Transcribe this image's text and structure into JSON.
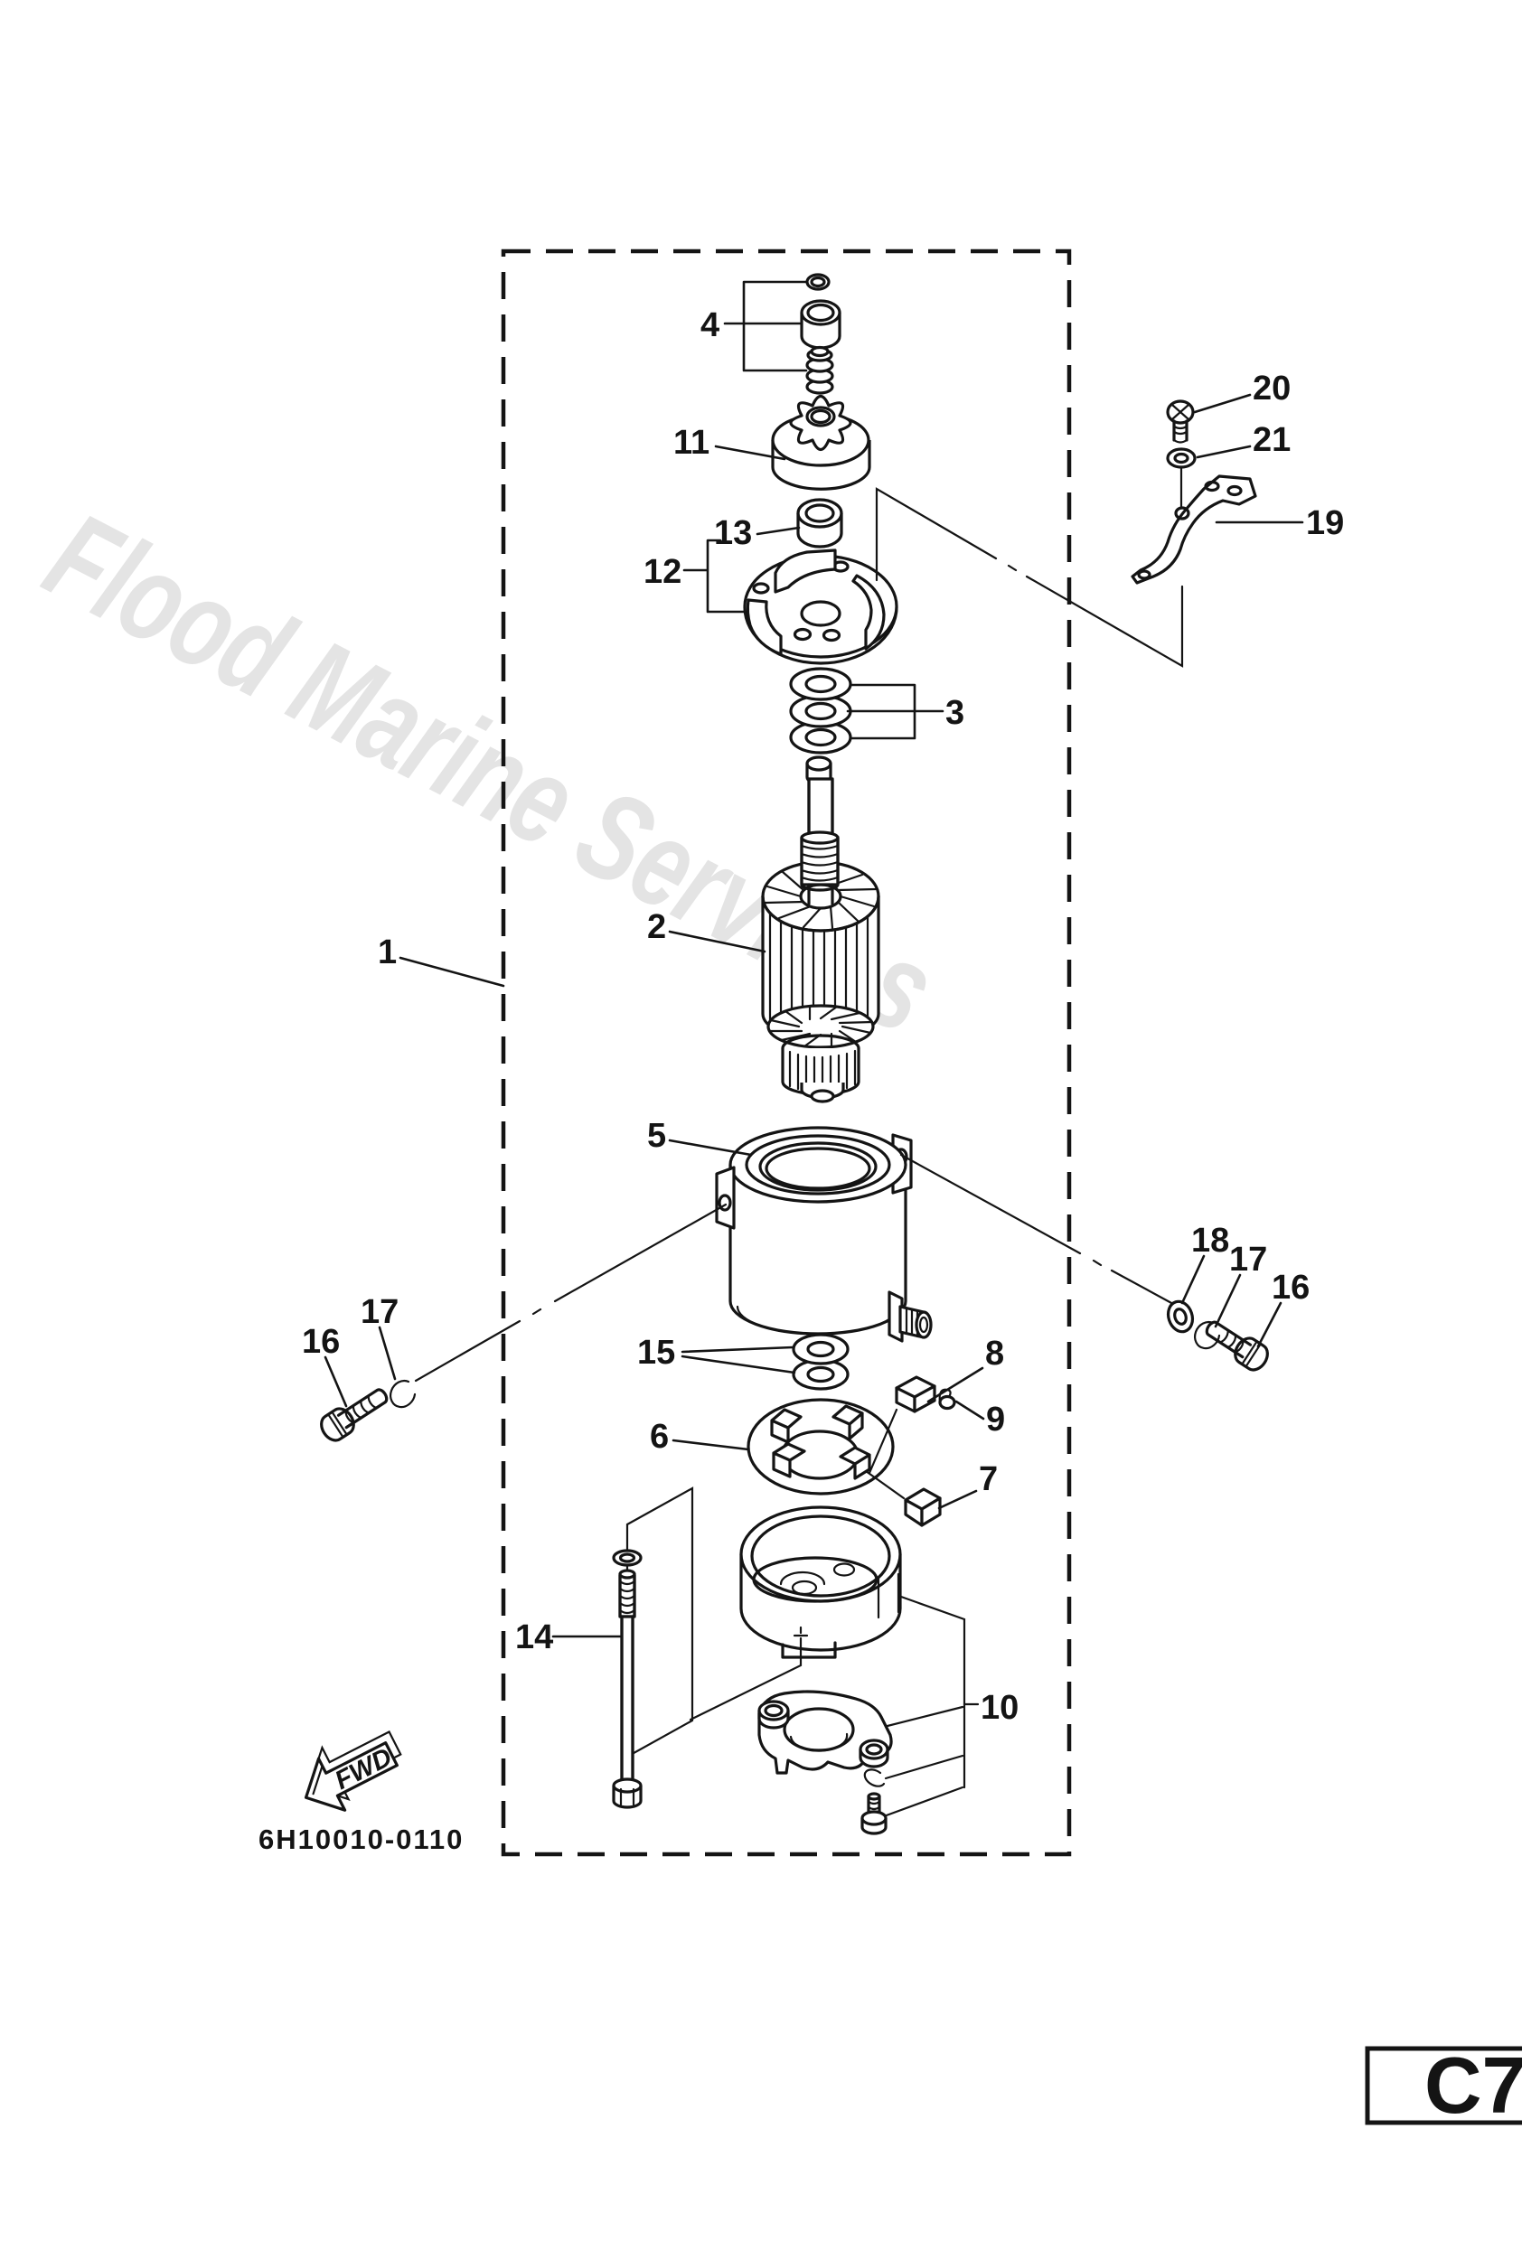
{
  "diagram": {
    "watermark": "Flood Marine Services",
    "drawing_number": "6H10010-0110",
    "page_code": "C7",
    "fwd_label": "FWD",
    "colors": {
      "line": "#141414",
      "watermark": "#e4e4e4",
      "background": "#ffffff"
    },
    "callouts": [
      {
        "label": "4"
      },
      {
        "label": "11"
      },
      {
        "label": "13"
      },
      {
        "label": "12"
      },
      {
        "label": "3"
      },
      {
        "label": "1"
      },
      {
        "label": "2"
      },
      {
        "label": "5"
      },
      {
        "label": "20"
      },
      {
        "label": "21"
      },
      {
        "label": "19"
      },
      {
        "label": "18"
      },
      {
        "label": "17"
      },
      {
        "label": "16"
      },
      {
        "label": "16"
      },
      {
        "label": "17"
      },
      {
        "label": "15"
      },
      {
        "label": "8"
      },
      {
        "label": "9"
      },
      {
        "label": "6"
      },
      {
        "label": "7"
      },
      {
        "label": "10"
      },
      {
        "label": "14"
      }
    ]
  }
}
